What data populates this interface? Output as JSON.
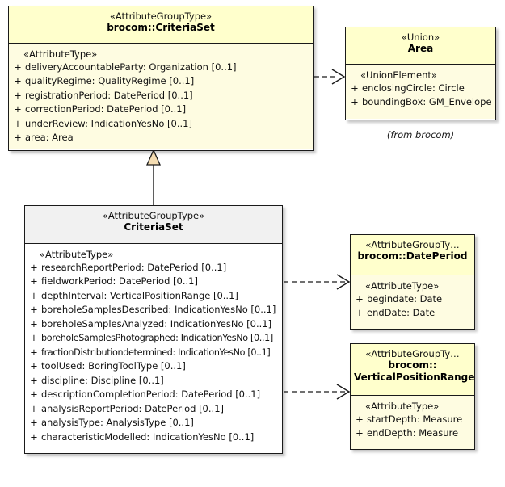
{
  "diagram": {
    "type": "uml-class-diagram",
    "background": "#ffffff",
    "colors": {
      "yellow_header": "#ffffcc",
      "yellow_body": "#fefce1",
      "grey_header": "#f1f1f1",
      "white_body": "#ffffff",
      "border": "#1a1a1a",
      "generalization_fill": "#f5ddb2"
    }
  },
  "classes": {
    "brocom_criteriaset": {
      "stereotype": "«AttributeGroupType»",
      "name": "brocom::CriteriaSet",
      "group_stereotype": "«AttributeType»",
      "attributes": [
        {
          "visibility": "+",
          "text": "deliveryAccountableParty: Organization [0..1]"
        },
        {
          "visibility": "+",
          "text": "qualityRegime: QualityRegime [0..1]"
        },
        {
          "visibility": "+",
          "text": "registrationPeriod: DatePeriod [0..1]"
        },
        {
          "visibility": "+",
          "text": "correctionPeriod: DatePeriod [0..1]"
        },
        {
          "visibility": "+",
          "text": "underReview: IndicationYesNo [0..1]"
        },
        {
          "visibility": "+",
          "text": "area: Area"
        }
      ]
    },
    "area": {
      "stereotype": "«Union»",
      "name": "Area",
      "group_stereotype": "«UnionElement»",
      "attributes": [
        {
          "visibility": "+",
          "text": "enclosingCircle: Circle"
        },
        {
          "visibility": "+",
          "text": "boundingBox: GM_Envelope"
        }
      ],
      "package_note": "(from brocom)"
    },
    "criteriaset": {
      "stereotype": "«AttributeGroupType»",
      "name": "CriteriaSet",
      "group_stereotype": "«AttributeType»",
      "attributes": [
        {
          "visibility": "+",
          "text": "researchReportPeriod: DatePeriod [0..1]"
        },
        {
          "visibility": "+",
          "text": "fieldworkPeriod: DatePeriod [0..1]"
        },
        {
          "visibility": "+",
          "text": "depthInterval: VerticalPositionRange [0..1]"
        },
        {
          "visibility": "+",
          "text": "boreholeSamplesDescribed: IndicationYesNo [0..1]"
        },
        {
          "visibility": "+",
          "text": "boreholeSamplesAnalyzed: IndicationYesNo [0..1]"
        },
        {
          "visibility": "+",
          "text": "boreholeSamplesPhotographed: IndicationYesNo [0..1]"
        },
        {
          "visibility": "+",
          "text": "fractionDistributiondetermined: IndicationYesNo [0..1]"
        },
        {
          "visibility": "+",
          "text": "toolUsed: BoringToolType [0..1]"
        },
        {
          "visibility": "+",
          "text": "discipline: Discipline [0..1]"
        },
        {
          "visibility": "+",
          "text": "descriptionCompletionPeriod: DatePeriod [0..1]"
        },
        {
          "visibility": "+",
          "text": "analysisReportPeriod: DatePeriod [0..1]"
        },
        {
          "visibility": "+",
          "text": "analysisType: AnalysisType [0..1]"
        },
        {
          "visibility": "+",
          "text": "characteristicModelled: IndicationYesNo [0..1]"
        }
      ]
    },
    "dateperiod": {
      "stereotype": "«AttributeGroupTy…",
      "name": "brocom::DatePeriod",
      "group_stereotype": "«AttributeType»",
      "attributes": [
        {
          "visibility": "+",
          "text": "begindate: Date"
        },
        {
          "visibility": "+",
          "text": "endDate: Date"
        }
      ]
    },
    "verticalpositionrange": {
      "stereotype": "«AttributeGroupTy…",
      "name": "brocom::\nVerticalPositionRange",
      "name_line1": "brocom::",
      "name_line2": "VerticalPositionRange",
      "group_stereotype": "«AttributeType»",
      "attributes": [
        {
          "visibility": "+",
          "text": "startDepth: Measure"
        },
        {
          "visibility": "+",
          "text": "endDepth: Measure"
        }
      ]
    }
  },
  "connectors": [
    {
      "kind": "dependency",
      "from": "brocom_criteriaset",
      "to": "area",
      "style": "dashed-open-arrow"
    },
    {
      "kind": "generalization",
      "from": "criteriaset",
      "to": "brocom_criteriaset",
      "style": "solid-hollow-triangle"
    },
    {
      "kind": "dependency",
      "from": "criteriaset",
      "to": "dateperiod",
      "style": "dashed-open-arrow"
    },
    {
      "kind": "dependency",
      "from": "criteriaset",
      "to": "verticalpositionrange",
      "style": "dashed-open-arrow"
    }
  ]
}
